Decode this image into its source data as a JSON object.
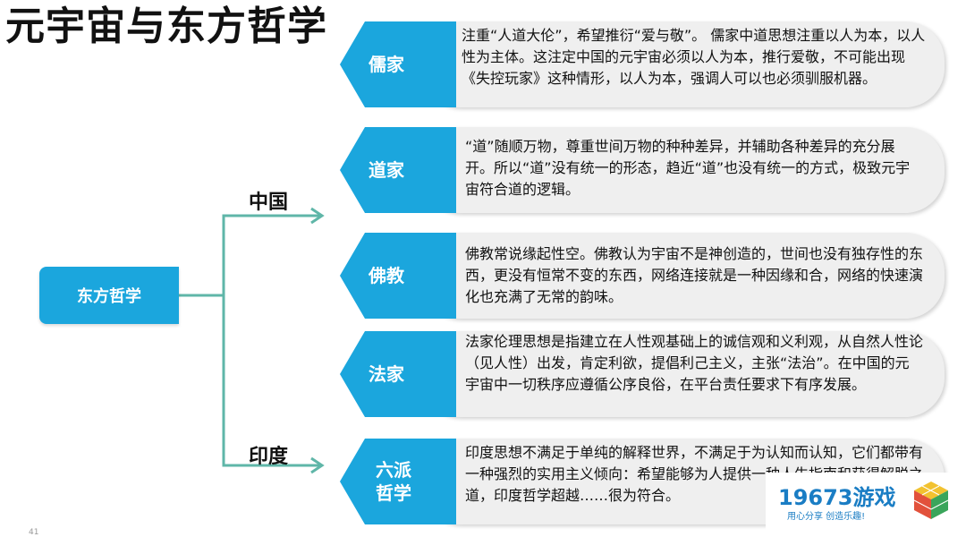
{
  "title": "元宇宙与东方哲学",
  "root_label": "东方哲学",
  "branches": {
    "china": "中国",
    "india": "印度"
  },
  "rows": [
    {
      "label": "儒家",
      "text": "注重“人道大伦”，希望推衍“爱与敬”。 儒家中道思想注重以人为本，以人性为主体。这注定中国的元宇宙必须以人为本，推行爱敬，不可能出现《失控玩家》这种情形，以人为本，强调人可以也必须驯服机器。"
    },
    {
      "label": "道家",
      "text": "“道”随顺万物，尊重世间万物的种种差异，并辅助各种差异的充分展开。所以“道”没有统一的形态，趋近“道”也没有统一的方式，极致元宇宙符合道的逻辑。"
    },
    {
      "label": "佛教",
      "text": "佛教常说缘起性空。佛教认为宇宙不是神创造的，世间也没有独存性的东西，更没有恒常不变的东西，网络连接就是一种因缘和合，网络的快速演化也充满了无常的韵味。"
    },
    {
      "label": "法家",
      "text": "法家伦理思想是指建立在人性观基础上的诚信观和义利观，从自然人性论（见人性）出发，肯定利欲，提倡利己主义，主张“法治”。在中国的元宇宙中一切秩序应遵循公序良俗，在平台责任要求下有序发展。"
    },
    {
      "label": "六派哲学",
      "text": "印度思想不满足于单纯的解释世界，不满足于为认知而认知，它们都带有一种强烈的实用主义倾向：希望能够为人提供一种人生指南和获得解脱之道，印度哲学超越……很为符合。"
    }
  ],
  "watermark": {
    "main": "19673游戏",
    "sub": "用心分享 创造乐趣!"
  },
  "page_number": "41",
  "colors": {
    "accent": "#1ba6dd",
    "connector": "#5fb6a8",
    "row_bg": "#efefef"
  }
}
